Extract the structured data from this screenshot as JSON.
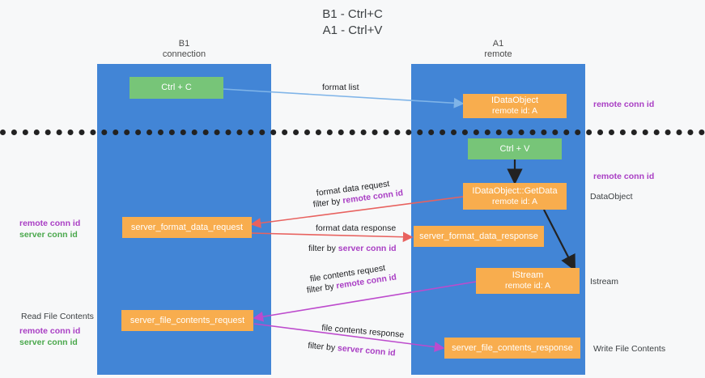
{
  "title": "B1 - Ctrl+C\nA1 - Ctrl+V",
  "lanes": [
    {
      "name": "b1",
      "label": "B1\nconnection"
    },
    {
      "name": "a1",
      "label": "A1\nremote"
    }
  ],
  "nodes": {
    "ctrl_c": {
      "line1": "Ctrl + C",
      "line2": ""
    },
    "idataobject_top": {
      "line1": "IDataObject",
      "line2": "remote id: A"
    },
    "ctrl_v": {
      "line1": "Ctrl + V",
      "line2": ""
    },
    "getdata": {
      "line1": "IDataObject::GetData",
      "line2": "remote id: A"
    },
    "istream": {
      "line1": "IStream",
      "line2": "remote id: A"
    },
    "fmt_req": {
      "line1": "server_format_data_request",
      "line2": ""
    },
    "fmt_resp": {
      "line1": "server_format_data_response",
      "line2": ""
    },
    "file_req": {
      "line1": "server_file_contents_request",
      "line2": ""
    },
    "file_resp": {
      "line1": "server_file_contents_response",
      "line2": ""
    }
  },
  "edges": {
    "format_list": "format list",
    "fmt_req_l1": "format data request",
    "fmt_req_l2_pre": "filter by ",
    "fmt_req_l2_key": "remote conn id",
    "fmt_resp_l1": "format data response",
    "fmt_resp_l2_pre": "filter by ",
    "fmt_resp_l2_key": "server conn id",
    "file_req_l1": "file contents request",
    "file_req_l2_pre": "filter by ",
    "file_req_l2_key": "remote conn id",
    "file_resp_l1": "file contents response",
    "file_resp_l2_pre": "filter by ",
    "file_resp_l2_key": "server conn id"
  },
  "annotations": {
    "right_remote_top": "remote conn id",
    "right_remote_mid": "remote conn id",
    "right_dataobject": "DataObject",
    "right_istream": "Istream",
    "right_write": "Write File Contents",
    "left_keys_mid_a": "remote conn id",
    "left_keys_mid_b": "server conn id",
    "left_read": "Read File Contents",
    "left_keys_bot_a": "remote conn id",
    "left_keys_bot_b": "server conn id"
  },
  "colors": {
    "lane": "#4285d6",
    "green": "#77c578",
    "orange": "#f8ad4e",
    "purple": "#a93ec4",
    "green_text": "#4aa84c",
    "blue_arrow": "#7fb4e8",
    "red_arrow": "#e8625f",
    "magenta_arrow": "#bd4bcd",
    "black_arrow": "#222222",
    "background": "#f7f8f9"
  }
}
